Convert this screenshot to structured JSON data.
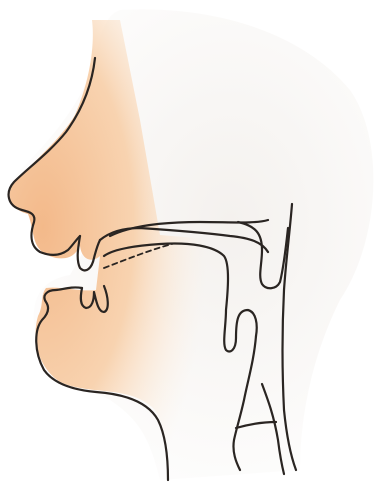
{
  "figure": {
    "subject": "sagittal-section-head-vocal-tract",
    "colors": {
      "background": "#ffffff",
      "paper_tint": "#f4f1ee",
      "skin_light": "#fbe3c9",
      "skin_dark": "#f3b98a",
      "outline": "#2a2522"
    },
    "parts": [
      "face-profile",
      "hard-palate",
      "soft-palate",
      "velum-line",
      "tongue",
      "pharynx-back-wall",
      "epiglottis",
      "larynx",
      "vocal-folds",
      "throat-front"
    ]
  }
}
